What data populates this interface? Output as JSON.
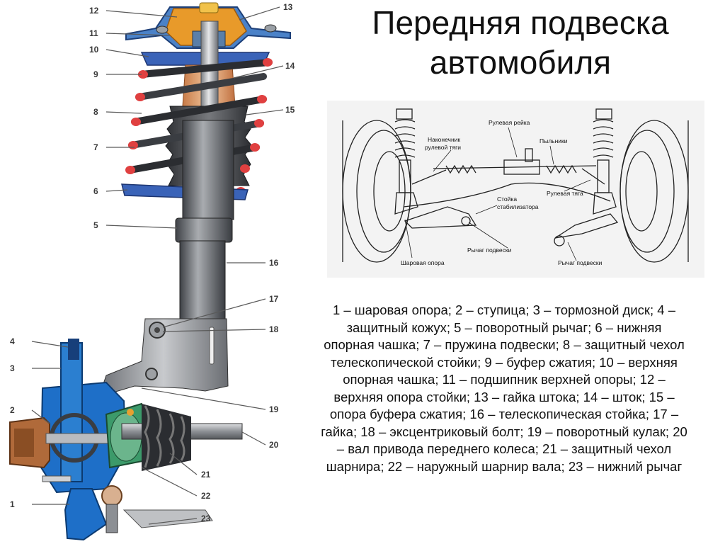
{
  "title": {
    "line1": "Передняя подвеска",
    "line2": "автомобиля"
  },
  "strut_callouts": [
    "1",
    "2",
    "3",
    "4",
    "5",
    "6",
    "7",
    "8",
    "9",
    "10",
    "11",
    "12",
    "13",
    "14",
    "15",
    "16",
    "17",
    "18",
    "19",
    "20",
    "21",
    "22",
    "23"
  ],
  "front_view_labels": {
    "steering_rack": "Рулевая рейка",
    "tie_rod_end_line1": "Наконечник",
    "tie_rod_end_line2": "рулевой тяги",
    "boots": "Пыльники",
    "stabilizer_line1": "Стойка",
    "stabilizer_line2": "стабилизатора",
    "tie_rod": "Рулевая тяга",
    "control_arm_center": "Рычаг подвески",
    "ball_joint": "Шаровая опора",
    "control_arm_right": "Рычаг подвески"
  },
  "legend_text": "1 – шаровая опора; 2 – ступица; 3 – тормозной диск; 4 – защитный кожух; 5 – поворотный рычаг; 6 – нижняя опорная чашка; 7 – пружина подвески; 8 – защитный чехол телескопической стойки; 9 – буфер сжатия; 10 – верхняя опорная чашка; 11 – подшипник верхней опоры; 12 – верхняя опора стойки; 13 – гайка штока; 14 – шток; 15 – опора буфера сжатия; 16 – телескопическая стойка; 17 – гайка; 18 – эксцентриковый болт; 19 – поворотный кулак; 20 – вал привода переднего колеса; 21 – защитный чехол шарнира; 22 – наружный шарнир вала; 23 – нижний рычаг",
  "colors": {
    "spring_coil": "#e04040",
    "spring_cup": "#3a63b8",
    "top_mount": "#e89a2a",
    "bump_stop": "#e0a070",
    "strut_body": "#6b6e73",
    "knuckle": "#8a8d91",
    "hub_blue": "#1e6fc8",
    "disc": "#2b7fd0",
    "boot_green": "#3c9a6a",
    "hub_cap": "#b06a3a",
    "callout_text": "#3a3a3a"
  }
}
